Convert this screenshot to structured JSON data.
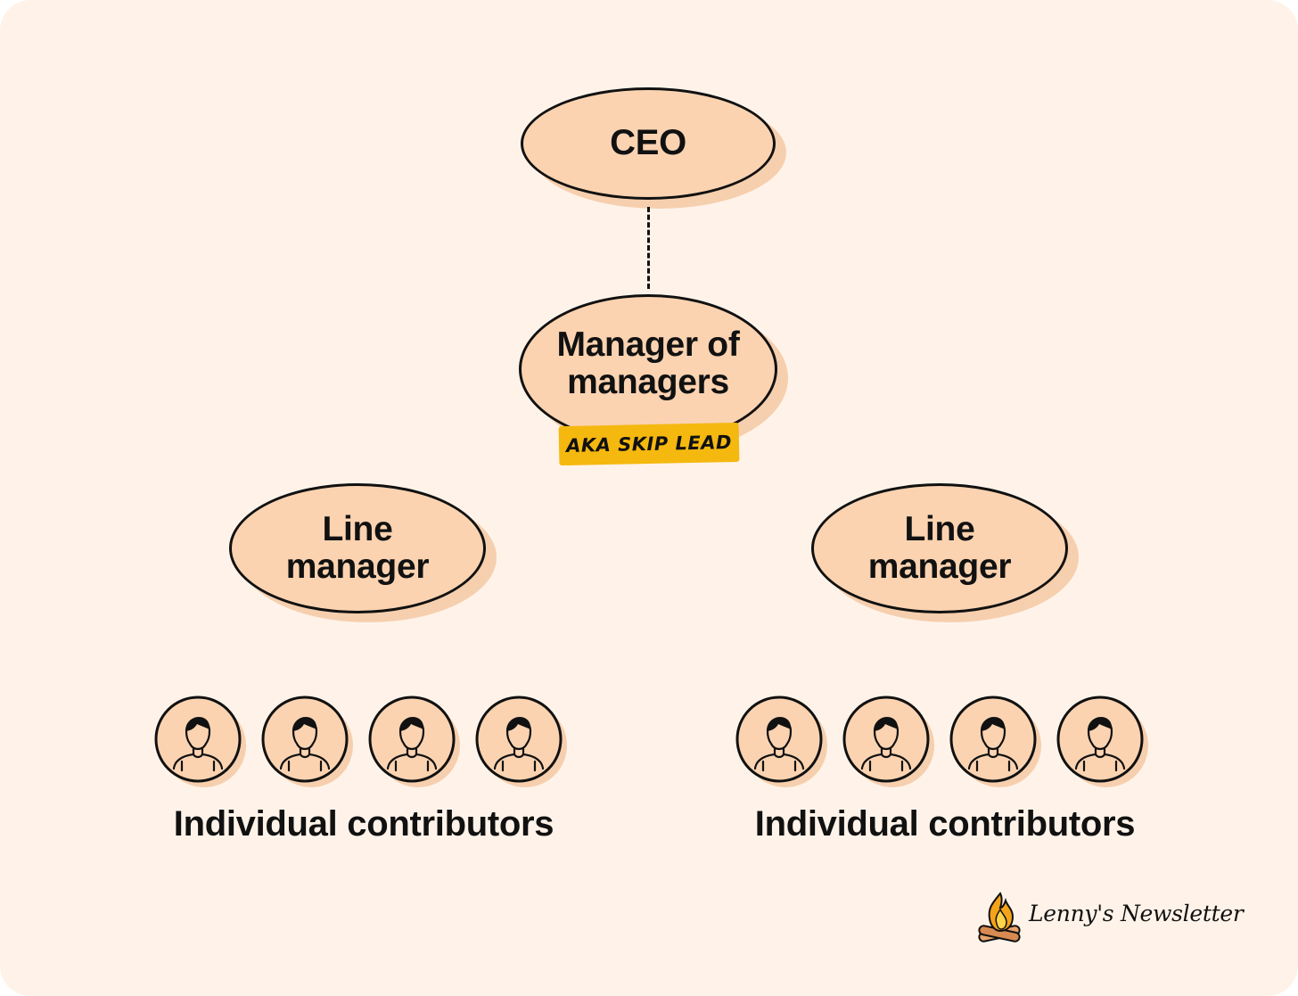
{
  "diagram": {
    "ceo": "CEO",
    "manager_of_managers": [
      "Manager of",
      "managers"
    ],
    "skip_lead_tag": "AKA SKIP LEAD",
    "line_managers": [
      [
        "Line",
        "manager"
      ],
      [
        "Line",
        "manager"
      ]
    ],
    "teams": [
      {
        "label": "Individual contributors",
        "members": 4
      },
      {
        "label": "Individual contributors",
        "members": 4
      }
    ]
  },
  "brand": {
    "name": "Lenny's Newsletter",
    "icon": "campfire-icon"
  },
  "colors": {
    "background": "#fff3e9",
    "node_fill": "#fbd3b1",
    "node_shadow": "#f6cfae",
    "tag": "#f5b80f",
    "outline": "#111111"
  }
}
